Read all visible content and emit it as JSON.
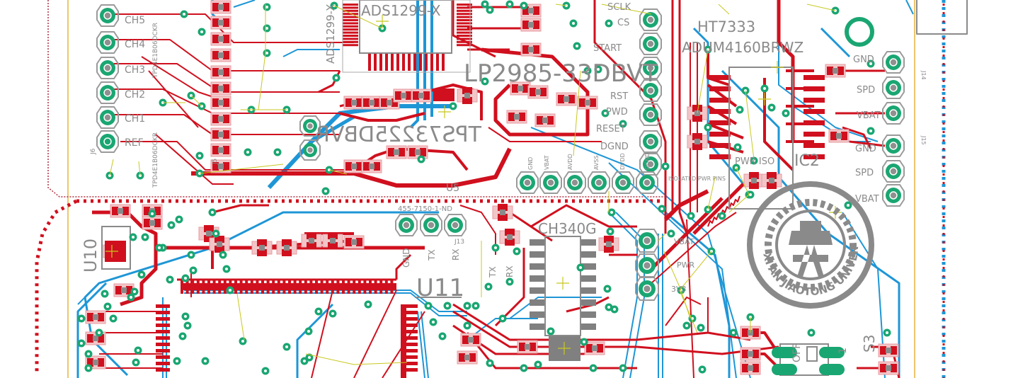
{
  "colors": {
    "top_copper": "#d0101e",
    "bottom_copper": "#1e96d6",
    "via": "#1aa672",
    "silkscreen": "#8a8a8a",
    "ratsnest": "#c8c820",
    "board_edge": "#e6b43c"
  },
  "labels": {
    "ads_top": "ADS1299-X",
    "ads_side": "ADS1299-X",
    "lp2985": "LP2985-33DBVT",
    "tps": "TPS73225DBVR",
    "ht7333": "HT7333",
    "adum": "ADUM4160BRWZ",
    "ic2": "IC2",
    "pwr_iso": "PWR ISO",
    "tpd_top": "TPD4E1B06DCKR",
    "tpd_bottom": "TPD4E1B06DCKR",
    "j6": "J6",
    "j5": "J5",
    "u5": "U5",
    "u10": "U10",
    "u11": "U11",
    "ch340": "CH340G",
    "s3": "S3",
    "off": "OFF",
    "one": "1",
    "j13": "J13",
    "j13_part": "455-7150-1-ND",
    "j14": "J14",
    "j15": "J15",
    "isolated": "ISOLATED PWR PINS",
    "vbat": "VBAT",
    "pwr": "PWR",
    "v3": "3V3",
    "tx_side": "TX",
    "rx_side": "RX"
  },
  "channels": [
    "CH5",
    "CH4",
    "CH3",
    "CH2",
    "CH1",
    "REF"
  ],
  "header_right_labels": [
    "SCLK",
    "CS",
    "START",
    "RST",
    "PWD",
    "RESET",
    "DGND"
  ],
  "header_bottom_labels": [
    "GND",
    "VBAT",
    "AVDD",
    "AVSS",
    "DVDD",
    "DGND"
  ],
  "j14_labels": [
    "GND",
    "SPD",
    "VBAT"
  ],
  "j15_labels": [
    "GND",
    "SPD",
    "VBAT"
  ],
  "j13_labels": [
    "GND",
    "TX",
    "RX"
  ],
  "logo": {
    "text": "XI'AN JIAOTONG UNIVERSITY"
  }
}
